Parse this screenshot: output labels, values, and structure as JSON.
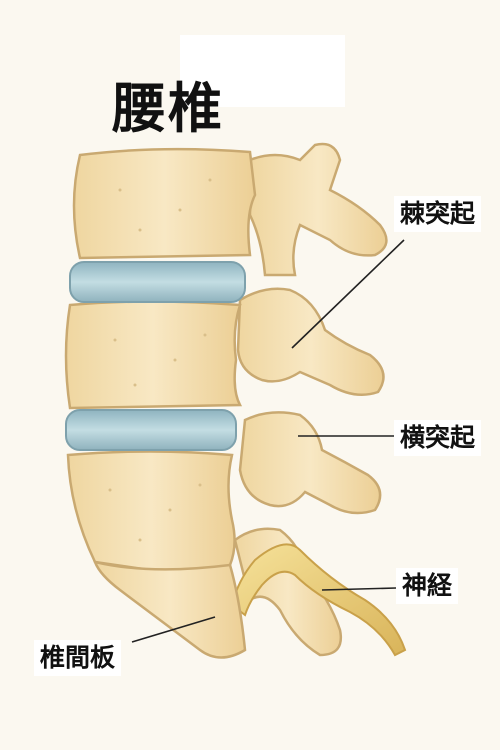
{
  "diagram": {
    "title": "腰椎",
    "labels": {
      "spinous_process": "棘突起",
      "transverse_process": "横突起",
      "nerve": "神経",
      "intervertebral_disc": "椎間板"
    },
    "colors": {
      "bone": "#f5e2b8",
      "bone_outline": "#c9a971",
      "disc": "#a9c9d2",
      "nerve": "#f0d27a",
      "background": "#fbf8f0"
    }
  }
}
